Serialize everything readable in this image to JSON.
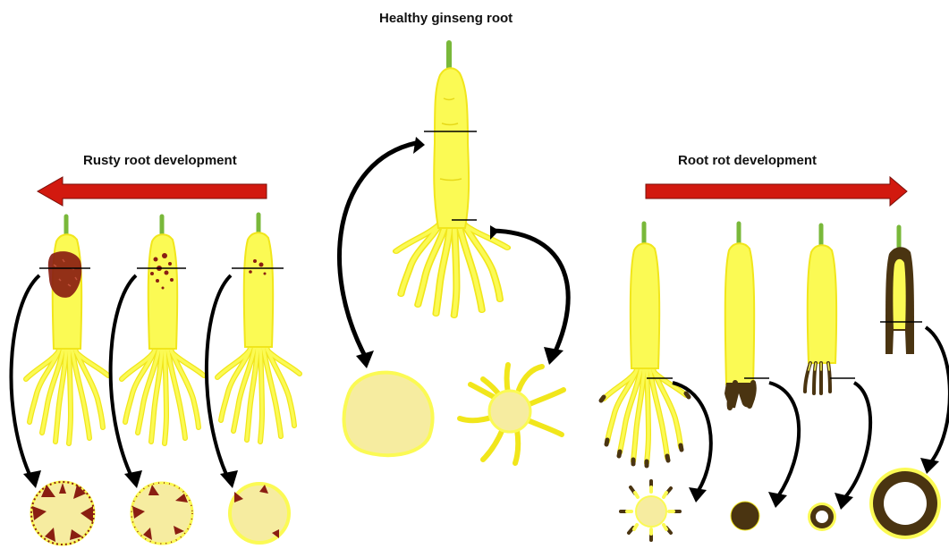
{
  "titles": {
    "healthy": "Healthy ginseng root",
    "rusty": "Rusty root development",
    "rot": "Root rot development"
  },
  "colors": {
    "root_fill": "#fbfa54",
    "root_edge": "#f1e61b",
    "stem": "#79b83a",
    "section_fill": "#f6eca0",
    "rust": "#8a1e12",
    "rot": "#4a3411",
    "arrow_red": "#d2190f",
    "arrow_black": "#000000"
  }
}
